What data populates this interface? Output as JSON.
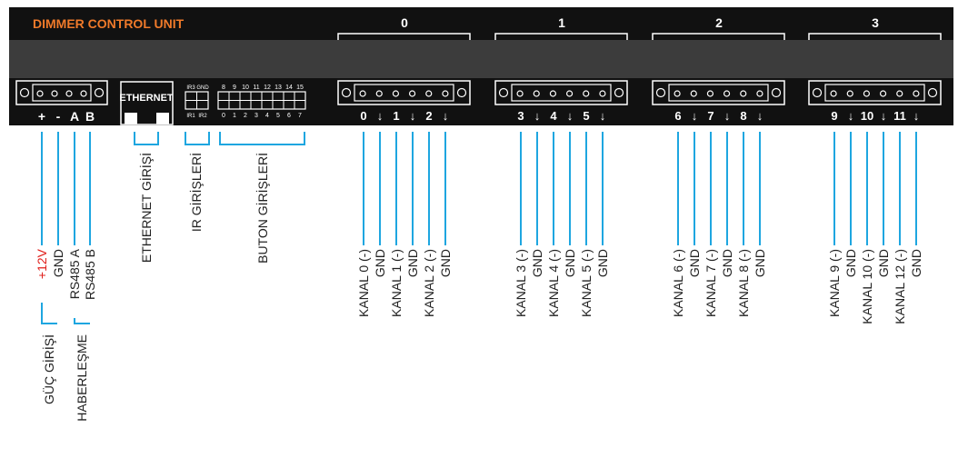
{
  "title": "DIMMER CONTROL UNIT",
  "colors": {
    "panel": "#111111",
    "band": "#3c3c3c",
    "title": "#f07a2a",
    "wire": "#1ea6e0",
    "red": "#e0201c",
    "text": "#222222"
  },
  "groups": [
    {
      "number": "0",
      "terminal_labels": [
        "0",
        "↓",
        "1",
        "↓",
        "2",
        "↓"
      ],
      "wires": [
        "KANAL 0 (-)",
        "GND",
        "KANAL 1 (-)",
        "GND",
        "KANAL 2 (-)",
        "GND"
      ]
    },
    {
      "number": "1",
      "terminal_labels": [
        "3",
        "↓",
        "4",
        "↓",
        "5",
        "↓"
      ],
      "wires": [
        "KANAL 3 (-)",
        "GND",
        "KANAL 4 (-)",
        "GND",
        "KANAL 5 (-)",
        "GND"
      ]
    },
    {
      "number": "2",
      "terminal_labels": [
        "6",
        "↓",
        "7",
        "↓",
        "8",
        "↓"
      ],
      "wires": [
        "KANAL 6 (-)",
        "GND",
        "KANAL 7 (-)",
        "GND",
        "KANAL 8 (-)",
        "GND"
      ]
    },
    {
      "number": "3",
      "terminal_labels": [
        "9",
        "↓",
        "10",
        "↓",
        "11",
        "↓"
      ],
      "wires": [
        "KANAL 9 (-)",
        "GND",
        "KANAL 10 (-)",
        "GND",
        "KANAL 12 (-)",
        "GND"
      ]
    }
  ],
  "power": {
    "terminal_labels": [
      "+",
      "-",
      "A",
      "B"
    ],
    "wires": [
      "+12V",
      "GND",
      "RS485 A",
      "RS485 B"
    ],
    "group_labels": [
      "GÜÇ GİRİŞİ",
      "HABERLEŞME"
    ]
  },
  "ethernet": {
    "label": "ETHERNET",
    "caption": "ETHERNET GİRİŞİ"
  },
  "ir": {
    "top_labels": [
      "IR3",
      "GND"
    ],
    "bottom_labels": [
      "IR1",
      "IR2"
    ],
    "caption": "IR GİRİŞLERİ"
  },
  "buttons": {
    "top_labels": [
      "8",
      "9",
      "10",
      "11",
      "12",
      "13",
      "14",
      "15"
    ],
    "bottom_labels": [
      "0",
      "1",
      "2",
      "3",
      "4",
      "5",
      "6",
      "7"
    ],
    "caption": "BUTON GİRİŞLERİ"
  }
}
